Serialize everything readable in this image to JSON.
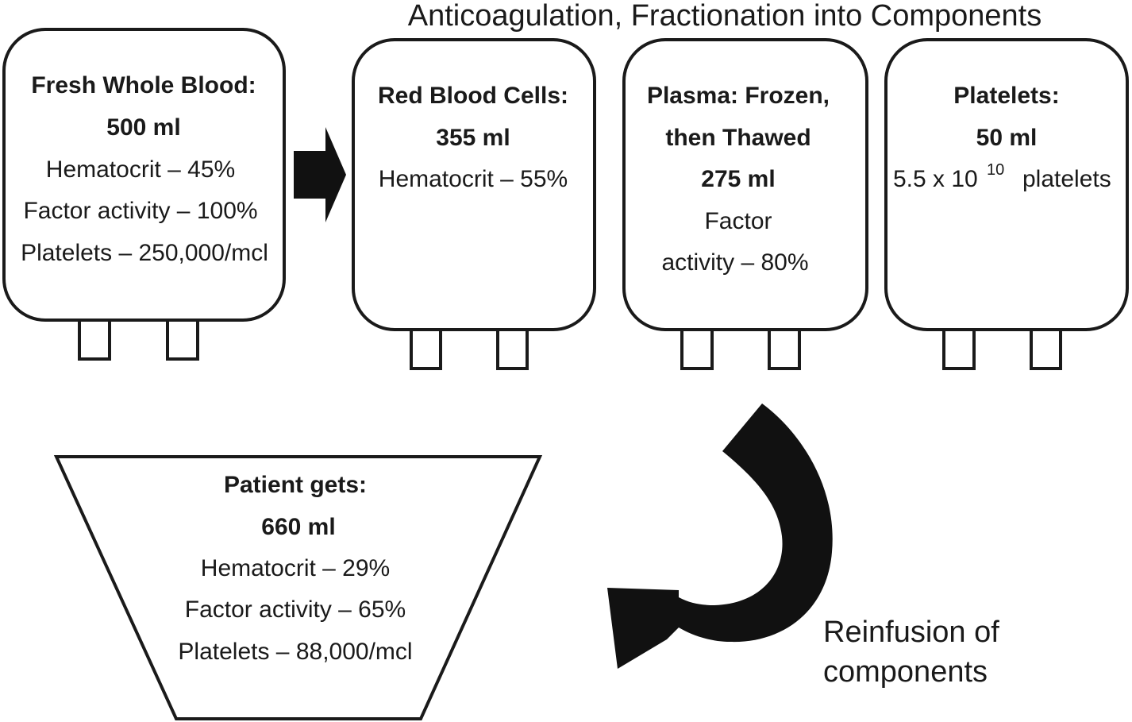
{
  "header": {
    "title": "Anticoagulation, Fractionation into Components"
  },
  "whole_blood": {
    "title": "Fresh Whole Blood:",
    "volume": "500 ml",
    "hematocrit": "Hematocrit – 45%",
    "factor": "Factor activity – 100%",
    "platelets": "Platelets – 250,000/mcl"
  },
  "red_cells": {
    "title": "Red Blood Cells:",
    "volume": "355 ml",
    "hematocrit": "Hematocrit – 55%"
  },
  "plasma": {
    "title_line1": "Plasma: Frozen,",
    "title_line2": "then Thawed",
    "volume": "275 ml",
    "factor_line1": "Factor",
    "factor_line2": "activity – 80%"
  },
  "platelets_bag": {
    "title": "Platelets:",
    "volume": "50 ml",
    "count_base": "5.5 x 10",
    "count_exp": "10",
    "count_unit": "platelets"
  },
  "patient": {
    "title": "Patient gets:",
    "volume": "660 ml",
    "hematocrit": "Hematocrit – 29%",
    "factor": "Factor activity – 65%",
    "platelets": "Platelets – 88,000/mcl"
  },
  "reinfusion": {
    "line1": "Reinfusion of",
    "line2": "components"
  },
  "icons": {
    "forward_arrow": "right-arrow-icon",
    "reinfusion_arrow": "curved-arrow-icon"
  }
}
